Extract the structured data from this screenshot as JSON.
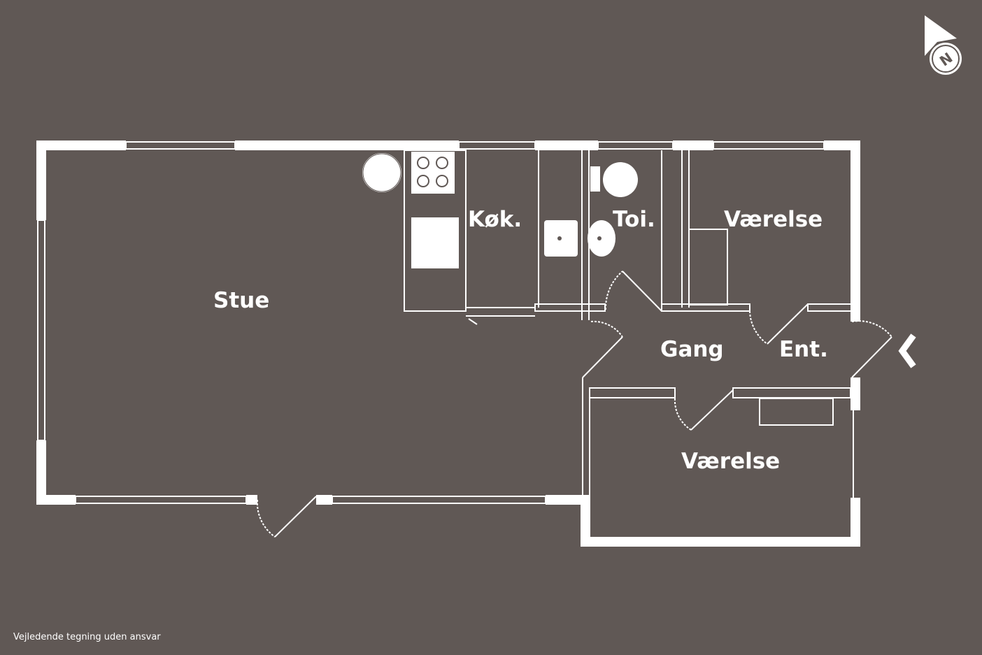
{
  "plan": {
    "rooms": {
      "stue": "Stue",
      "kokken": "Køk.",
      "toilet": "Toi.",
      "vaerelse_top": "Værelse",
      "gang": "Gang",
      "entre": "Ent.",
      "vaerelse_bottom": "Værelse"
    },
    "north_label": "N",
    "disclaimer": "Vejledende tegning uden ansvar"
  },
  "colors": {
    "background": "#605855",
    "walls": "#ffffff"
  }
}
